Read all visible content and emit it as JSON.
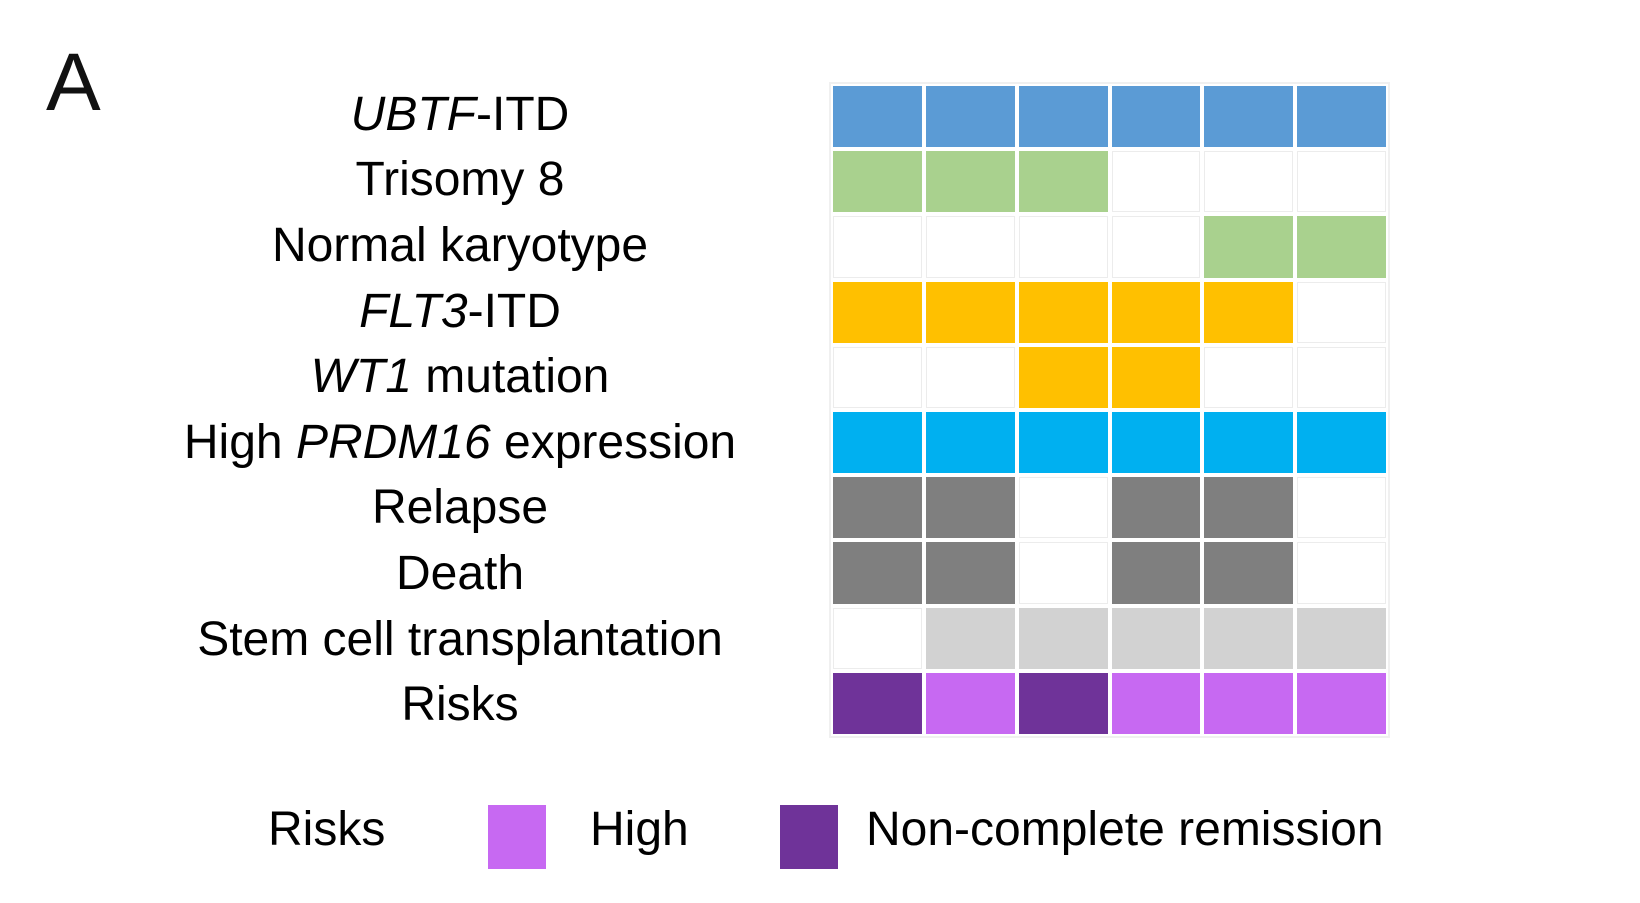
{
  "panel_label": "A",
  "colors": {
    "blue": "#5B9BD5",
    "green": "#A9D18E",
    "orange": "#FFC000",
    "cyan": "#00B0F0",
    "gray": "#7F7F7F",
    "light_gray": "#D2D2D2",
    "magenta": "#C769F2",
    "purple": "#6F3399",
    "empty": "#FFFFFF"
  },
  "figure": {
    "n_columns": 6,
    "rows": [
      {
        "id": "ubtf-itd",
        "label_parts": [
          {
            "text": "UBTF",
            "italic": true
          },
          {
            "text": "-ITD",
            "italic": false
          }
        ],
        "color_key": "blue",
        "cells": [
          1,
          1,
          1,
          1,
          1,
          1
        ]
      },
      {
        "id": "trisomy-8",
        "label_parts": [
          {
            "text": "Trisomy 8",
            "italic": false
          }
        ],
        "color_key": "green",
        "cells": [
          1,
          1,
          1,
          0,
          0,
          0
        ]
      },
      {
        "id": "normal-karyotype",
        "label_parts": [
          {
            "text": "Normal karyotype",
            "italic": false
          }
        ],
        "color_key": "green",
        "cells": [
          0,
          0,
          0,
          0,
          1,
          1
        ]
      },
      {
        "id": "flt3-itd",
        "label_parts": [
          {
            "text": "FLT3",
            "italic": true
          },
          {
            "text": "-ITD",
            "italic": false
          }
        ],
        "color_key": "orange",
        "cells": [
          1,
          1,
          1,
          1,
          1,
          0
        ]
      },
      {
        "id": "wt1-mutation",
        "label_parts": [
          {
            "text": "WT1",
            "italic": true
          },
          {
            "text": " mutation",
            "italic": false
          }
        ],
        "color_key": "orange",
        "cells": [
          0,
          0,
          1,
          1,
          0,
          0
        ]
      },
      {
        "id": "high-prdm16-expression",
        "label_parts": [
          {
            "text": "High ",
            "italic": false
          },
          {
            "text": "PRDM16",
            "italic": true
          },
          {
            "text": " expression",
            "italic": false
          }
        ],
        "color_key": "cyan",
        "cells": [
          1,
          1,
          1,
          1,
          1,
          1
        ]
      },
      {
        "id": "relapse",
        "label_parts": [
          {
            "text": "Relapse",
            "italic": false
          }
        ],
        "color_key": "gray",
        "cells": [
          1,
          1,
          0,
          1,
          1,
          0
        ]
      },
      {
        "id": "death",
        "label_parts": [
          {
            "text": "Death",
            "italic": false
          }
        ],
        "color_key": "gray",
        "cells": [
          1,
          1,
          0,
          1,
          1,
          0
        ]
      },
      {
        "id": "stem-cell-transplantation",
        "label_parts": [
          {
            "text": "Stem cell transplantation",
            "italic": false
          }
        ],
        "color_key": "light_gray",
        "cells": [
          0,
          1,
          1,
          1,
          1,
          1
        ]
      },
      {
        "id": "risks",
        "label_parts": [
          {
            "text": "Risks",
            "italic": false
          }
        ],
        "color_key": "magenta",
        "cells": [
          "purple",
          "magenta",
          "purple",
          "magenta",
          "magenta",
          "magenta"
        ]
      }
    ]
  },
  "legend": {
    "title": "Risks",
    "items": [
      {
        "label": "High",
        "color_key": "magenta"
      },
      {
        "label": "Non-complete remission",
        "color_key": "purple"
      }
    ]
  },
  "chart_data": {
    "type": "heatmap",
    "title": "",
    "n_columns": 6,
    "rows": [
      "UBTF-ITD",
      "Trisomy 8",
      "Normal karyotype",
      "FLT3-ITD",
      "WT1 mutation",
      "High PRDM16 expression",
      "Relapse",
      "Death",
      "Stem cell transplantation",
      "Risks"
    ],
    "matrix": [
      [
        1,
        1,
        1,
        1,
        1,
        1
      ],
      [
        1,
        1,
        1,
        0,
        0,
        0
      ],
      [
        0,
        0,
        0,
        0,
        1,
        1
      ],
      [
        1,
        1,
        1,
        1,
        1,
        0
      ],
      [
        0,
        0,
        1,
        1,
        0,
        0
      ],
      [
        1,
        1,
        1,
        1,
        1,
        1
      ],
      [
        1,
        1,
        0,
        1,
        1,
        0
      ],
      [
        1,
        1,
        0,
        1,
        1,
        0
      ],
      [
        0,
        1,
        1,
        1,
        1,
        1
      ],
      [
        "Non-complete remission",
        "High",
        "Non-complete remission",
        "High",
        "High",
        "High"
      ]
    ],
    "row_colors": [
      "#5B9BD5",
      "#A9D18E",
      "#A9D18E",
      "#FFC000",
      "#FFC000",
      "#00B0F0",
      "#7F7F7F",
      "#7F7F7F",
      "#D2D2D2",
      "risk-coded"
    ],
    "legend": {
      "title": "Risks",
      "position": "bottom",
      "entries": [
        {
          "label": "High",
          "color": "#C769F2"
        },
        {
          "label": "Non-complete remission",
          "color": "#6F3399"
        }
      ]
    },
    "grid": "faint light-gray cell outlines, white gaps between cells"
  }
}
